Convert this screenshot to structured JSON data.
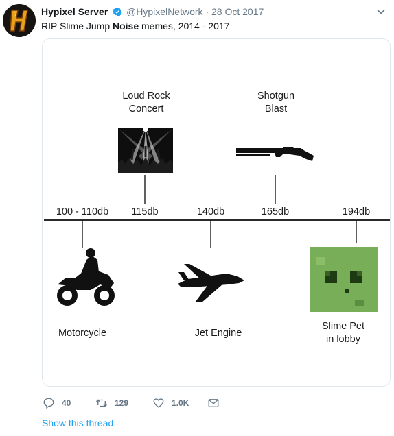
{
  "tweet": {
    "author_name": "Hypixel Server",
    "author_handle": "@HypixelNetwork",
    "separator": "·",
    "date": "28 Oct 2017",
    "text_before": "RIP Slime Jump ",
    "text_bold": "Noise",
    "text_after": " memes, 2014 - 2017"
  },
  "meme": {
    "tick_labels": [
      "100 - 110db",
      "115db",
      "140db",
      "165db",
      "194db"
    ],
    "above": [
      {
        "line1": "Loud Rock",
        "line2": "Concert"
      },
      {
        "line1": "Shotgun",
        "line2": "Blast"
      }
    ],
    "below": [
      "Motorcycle",
      "Jet Engine"
    ],
    "slime": {
      "line1": "Slime Pet",
      "line2": "in lobby"
    }
  },
  "actions": {
    "replies": "40",
    "retweets": "129",
    "likes": "1.0K"
  },
  "show_thread": "Show this thread",
  "colors": {
    "link": "#1da1f2",
    "muted": "#657786",
    "verified": "#1da1f2",
    "slime": "#7fb25a"
  },
  "icons": [
    "hypixel-logo-icon",
    "verified-icon",
    "chevron-down-icon",
    "reply-icon",
    "retweet-icon",
    "like-icon",
    "message-icon"
  ]
}
